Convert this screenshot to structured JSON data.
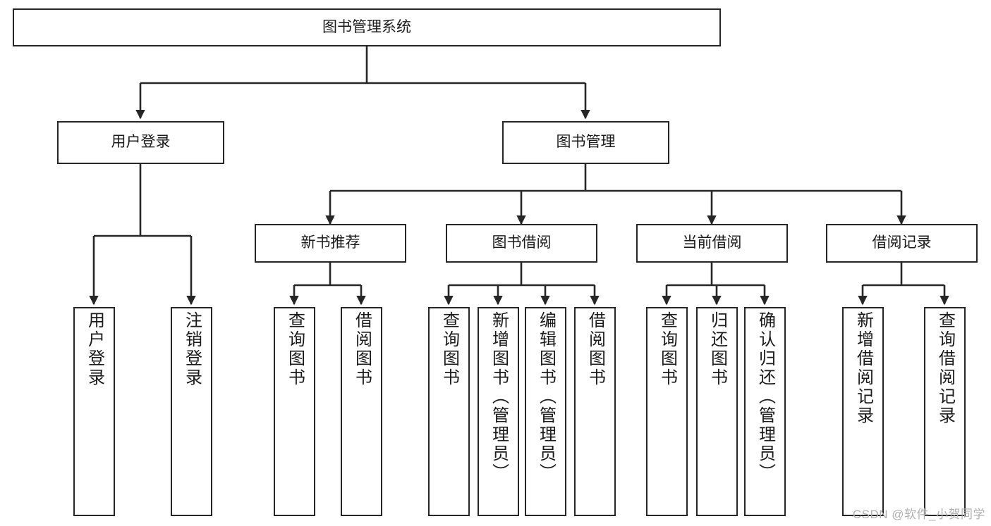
{
  "diagram": {
    "title": "图书管理系统",
    "type": "功能结构图",
    "style": {
      "line_color": "#262626",
      "box_fill": "#ffffff",
      "text_color": "#1a1a1a",
      "watermark_color": "#b0b0b0"
    },
    "watermark": "CSDN @软件_小贺同学",
    "nodes": {
      "root": {
        "label": "图书管理系统",
        "level": 0,
        "orientation": "horizontal"
      },
      "user_login": {
        "label": "用户登录",
        "level": 1,
        "orientation": "horizontal"
      },
      "book_manage": {
        "label": "图书管理",
        "level": 1,
        "orientation": "horizontal"
      },
      "new_book_rec": {
        "label": "新书推荐",
        "level": 2,
        "orientation": "horizontal"
      },
      "book_borrow": {
        "label": "图书借阅",
        "level": 2,
        "orientation": "horizontal"
      },
      "current_borrow": {
        "label": "当前借阅",
        "level": 2,
        "orientation": "horizontal"
      },
      "borrow_record": {
        "label": "借阅记录",
        "level": 2,
        "orientation": "horizontal"
      },
      "leaf_user_login": {
        "label": "用户登录",
        "level": 2,
        "orientation": "vertical"
      },
      "leaf_logout": {
        "label": "注销登录",
        "level": 2,
        "orientation": "vertical"
      },
      "leaf_query_book_1": {
        "label": "查询图书",
        "level": 3,
        "orientation": "vertical"
      },
      "leaf_borrow_book_1": {
        "label": "借阅图书",
        "level": 3,
        "orientation": "vertical"
      },
      "leaf_query_book_2": {
        "label": "查询图书",
        "level": 3,
        "orientation": "vertical"
      },
      "leaf_add_book": {
        "label": "新增图书（管理员）",
        "level": 3,
        "orientation": "vertical"
      },
      "leaf_edit_book": {
        "label": "编辑图书（管理员）",
        "level": 3,
        "orientation": "vertical"
      },
      "leaf_borrow_book_2": {
        "label": "借阅图书",
        "level": 3,
        "orientation": "vertical"
      },
      "leaf_query_book_3": {
        "label": "查询图书",
        "level": 3,
        "orientation": "vertical"
      },
      "leaf_return_book": {
        "label": "归还图书",
        "level": 3,
        "orientation": "vertical"
      },
      "leaf_confirm_return": {
        "label": "确认归还（管理员）",
        "level": 3,
        "orientation": "vertical"
      },
      "leaf_add_record": {
        "label": "新增借阅记录",
        "level": 3,
        "orientation": "vertical"
      },
      "leaf_query_record": {
        "label": "查询借阅记录",
        "level": 3,
        "orientation": "vertical"
      }
    },
    "edges": [
      {
        "from": "root",
        "to": "user_login"
      },
      {
        "from": "root",
        "to": "book_manage"
      },
      {
        "from": "user_login",
        "to": "leaf_user_login"
      },
      {
        "from": "user_login",
        "to": "leaf_logout"
      },
      {
        "from": "book_manage",
        "to": "new_book_rec"
      },
      {
        "from": "book_manage",
        "to": "book_borrow"
      },
      {
        "from": "book_manage",
        "to": "current_borrow"
      },
      {
        "from": "book_manage",
        "to": "borrow_record"
      },
      {
        "from": "new_book_rec",
        "to": "leaf_query_book_1"
      },
      {
        "from": "new_book_rec",
        "to": "leaf_borrow_book_1"
      },
      {
        "from": "book_borrow",
        "to": "leaf_query_book_2"
      },
      {
        "from": "book_borrow",
        "to": "leaf_add_book"
      },
      {
        "from": "book_borrow",
        "to": "leaf_edit_book"
      },
      {
        "from": "book_borrow",
        "to": "leaf_borrow_book_2"
      },
      {
        "from": "current_borrow",
        "to": "leaf_query_book_3"
      },
      {
        "from": "current_borrow",
        "to": "leaf_return_book"
      },
      {
        "from": "current_borrow",
        "to": "leaf_confirm_return"
      },
      {
        "from": "borrow_record",
        "to": "leaf_add_record"
      },
      {
        "from": "borrow_record",
        "to": "leaf_query_record"
      }
    ]
  }
}
